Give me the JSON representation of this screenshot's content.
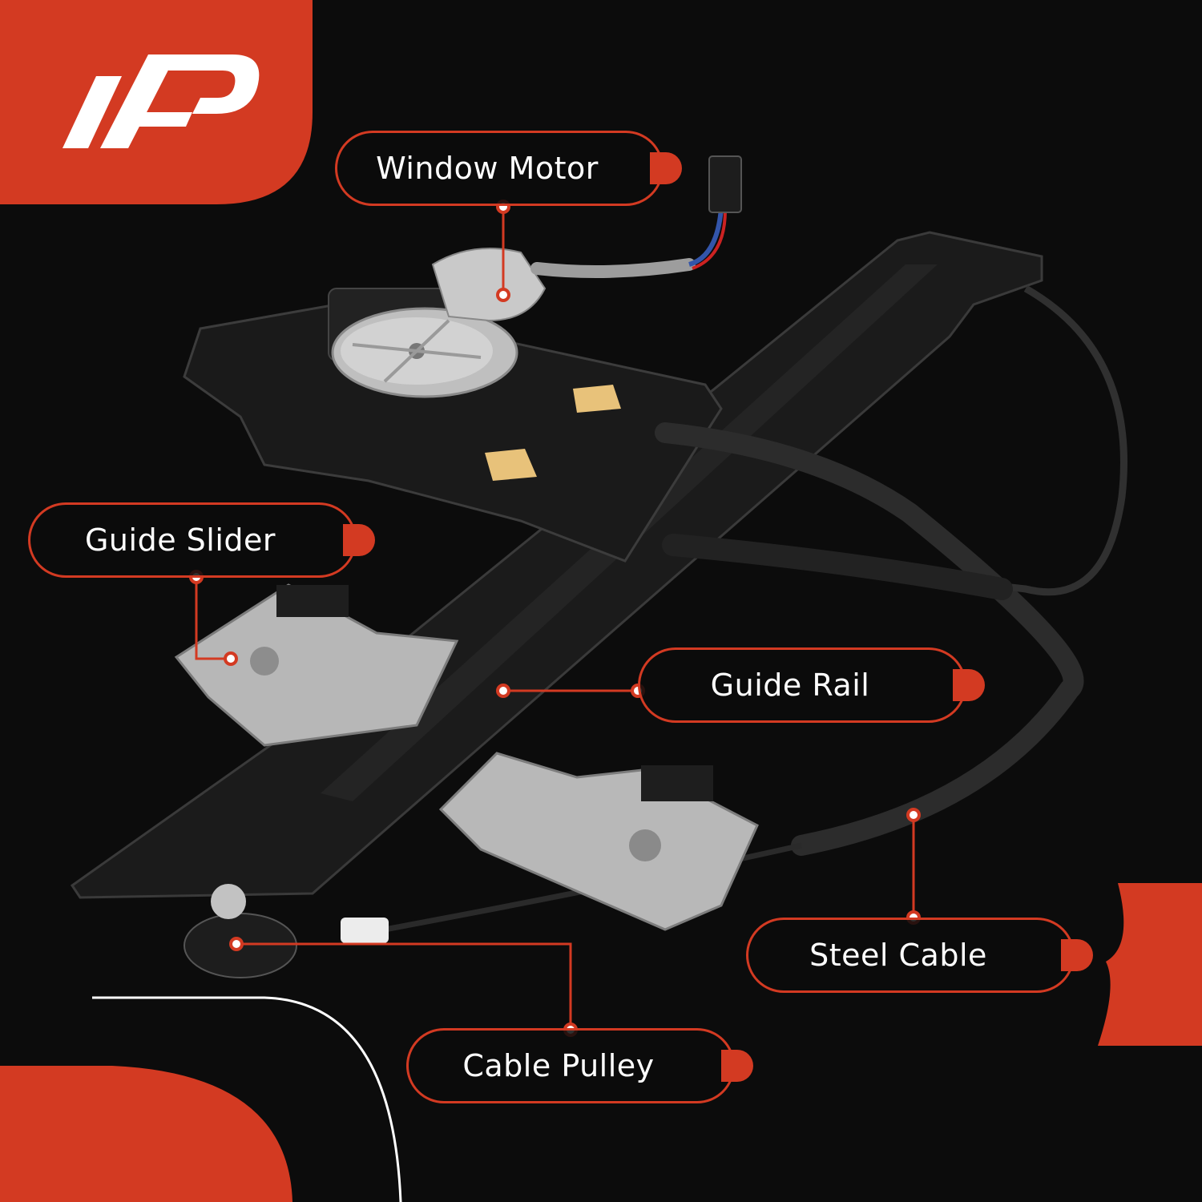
{
  "brand": {
    "logo_text": "A-P",
    "accent_color": "#d33a22",
    "background_color": "#0c0c0c"
  },
  "callouts": [
    {
      "label": "Window Motor"
    },
    {
      "label": "Guide Slider"
    },
    {
      "label": "Guide Rail"
    },
    {
      "label": "Steel Cable"
    },
    {
      "label": "Cable Pulley"
    }
  ]
}
